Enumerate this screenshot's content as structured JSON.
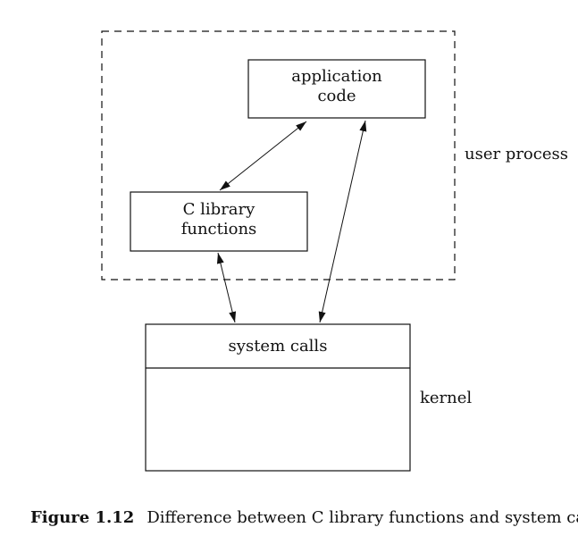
{
  "boxes": {
    "application_code": [
      "application",
      "code"
    ],
    "c_library_functions": [
      "C library",
      "functions"
    ],
    "system_calls": "system calls"
  },
  "labels": {
    "user_process": "user process",
    "kernel": "kernel"
  },
  "caption": {
    "figure_label": "Figure 1.12",
    "text": "Difference between C library functions and system calls"
  }
}
